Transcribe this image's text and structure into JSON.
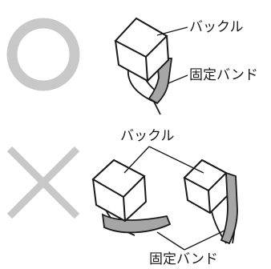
{
  "correct": {
    "mark_icon": "circle-mark",
    "buckle_label": "バックル",
    "band_label": "固定バンド"
  },
  "incorrect": {
    "mark_icon": "cross-mark",
    "buckle_label": "バックル",
    "band_label": "固定バンド"
  },
  "colors": {
    "mark": "#c8c8c8",
    "band": "#a6a6a6",
    "line": "#1a1a1a"
  }
}
